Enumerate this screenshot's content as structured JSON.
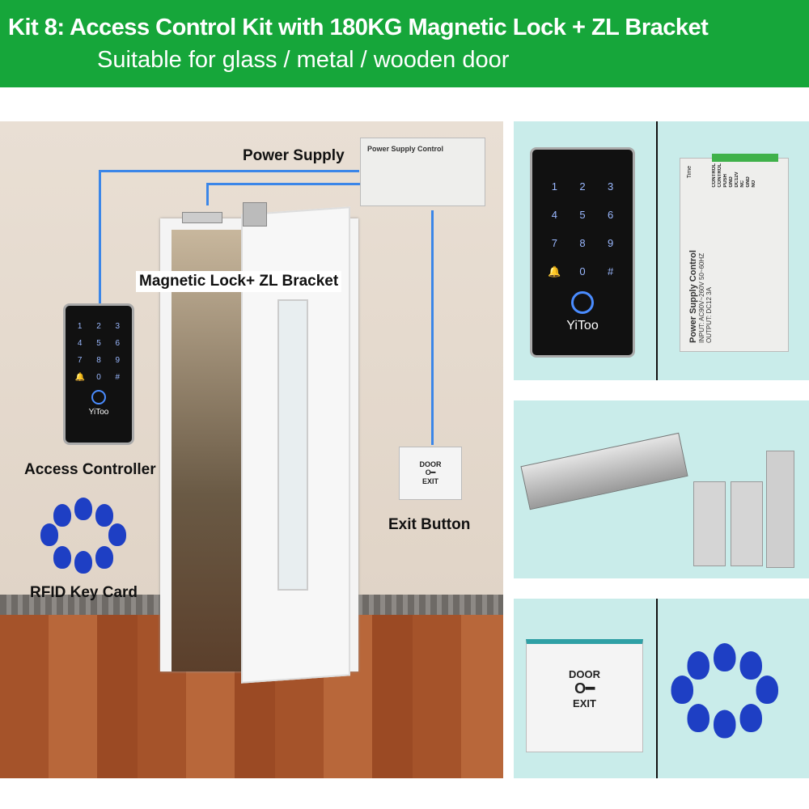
{
  "header": {
    "title": "Kit 8: Access Control Kit with 180KG Magnetic Lock + ZL Bracket",
    "subtitle": "Suitable for glass / metal / wooden door"
  },
  "scene": {
    "labels": {
      "power_supply": "Power Supply",
      "magnetic_lock": "Magnetic Lock+ ZL Bracket",
      "access_controller": "Access Controller",
      "rfid_card": "RFID Key Card",
      "exit_button": "Exit Button"
    }
  },
  "keypad": {
    "keys": [
      "1",
      "2",
      "3",
      "4",
      "5",
      "6",
      "7",
      "8",
      "9",
      "🔔",
      "0",
      "#"
    ],
    "brand": "YiToo"
  },
  "power_supply": {
    "title": "Power Supply Control",
    "input": "INPUT: AC90V~260V 50~60HZ",
    "output": "OUTPUT: DC12 3A",
    "terminals": [
      "CONTROL",
      "CONTROL",
      "PUSH",
      "GND",
      "DC12V",
      "NC",
      "GND",
      "NO"
    ],
    "timer": "Time"
  },
  "exit_button": {
    "line1": "DOOR",
    "line2": "EXIT"
  },
  "colors": {
    "header": "#16a63a",
    "wire": "#3b86e8",
    "panel": "#c9ecea",
    "fob": "#1e3fc4"
  }
}
